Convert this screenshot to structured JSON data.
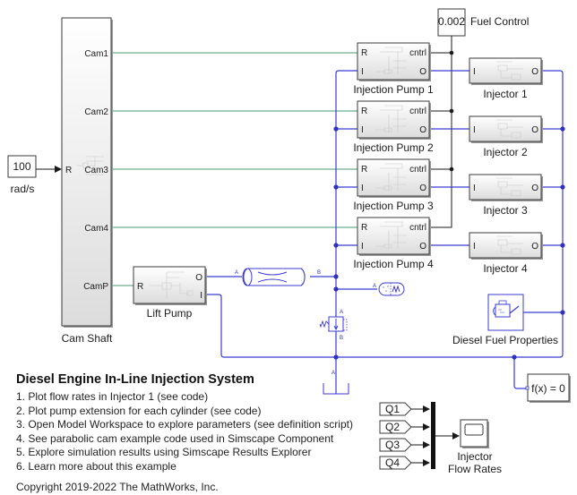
{
  "model": {
    "title": "Diesel Engine In-Line Injection System",
    "copyright": "Copyright 2019-2022 The MathWorks, Inc."
  },
  "blocks": {
    "speed_source": {
      "value": "100",
      "label": "rad/s"
    },
    "cam_shaft": {
      "label": "Cam Shaft",
      "in_port": "R",
      "out_ports": [
        "Cam1",
        "Cam2",
        "Cam3",
        "Cam4",
        "CamP"
      ]
    },
    "fuel_control": {
      "value": "0.002",
      "label": "Fuel Control"
    },
    "injection_pumps": [
      {
        "label": "Injection Pump 1",
        "ports": {
          "r": "R",
          "i": "I",
          "cntrl": "cntrl",
          "o": "O"
        }
      },
      {
        "label": "Injection Pump 2",
        "ports": {
          "r": "R",
          "i": "I",
          "cntrl": "cntrl",
          "o": "O"
        }
      },
      {
        "label": "Injection Pump 3",
        "ports": {
          "r": "R",
          "i": "I",
          "cntrl": "cntrl",
          "o": "O"
        }
      },
      {
        "label": "Injection Pump 4",
        "ports": {
          "r": "R",
          "i": "I",
          "cntrl": "cntrl",
          "o": "O"
        }
      }
    ],
    "injectors": [
      {
        "label": "Injector 1",
        "ports": {
          "i": "I",
          "o": "O"
        }
      },
      {
        "label": "Injector 2",
        "ports": {
          "i": "I",
          "o": "O"
        }
      },
      {
        "label": "Injector 3",
        "ports": {
          "i": "I",
          "o": "O"
        }
      },
      {
        "label": "Injector 4",
        "ports": {
          "i": "I",
          "o": "O"
        }
      }
    ],
    "lift_pump": {
      "label": "Lift Pump",
      "ports": {
        "r": "R",
        "o": "O",
        "i": "I"
      }
    },
    "pipe": {
      "port_a": "A",
      "port_b": "B"
    },
    "accumulator": {
      "port_a": "A"
    },
    "relief_valve": {
      "port_a": "A",
      "port_b": "B"
    },
    "tank": {
      "port_a": "A"
    },
    "fuel_properties": {
      "label": "Diesel Fuel Properties"
    },
    "solver_config": {
      "label": "f(x) = 0"
    },
    "goto_tags": [
      "Q1",
      "Q2",
      "Q3",
      "Q4"
    ],
    "scope": {
      "label_line1": "Injector",
      "label_line2": "Flow Rates"
    }
  },
  "notes": [
    "1. Plot flow rates in Injector 1 (see code)",
    "2. Plot pump extension for each cylinder (see code)",
    "3. Open Model Workspace to explore parameters (see definition script)",
    "4. See parabolic cam example code used in Simscape Component",
    "5. Explore simulation results using Simscape Results Explorer",
    "6. Learn more about this example"
  ],
  "colors": {
    "mechanical_signal": "#4a9a72",
    "hydraulic_line": "#3b3bd0",
    "signal_line": "#1a1a1a"
  }
}
